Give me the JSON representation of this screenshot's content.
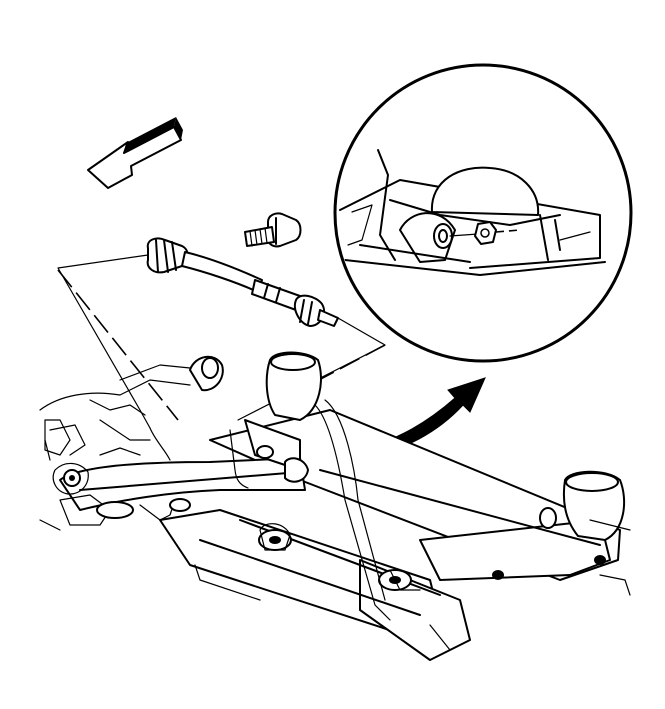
{
  "figure": {
    "kind": "line-illustration",
    "colors": {
      "ink": "#000000",
      "paper": "#ffffff"
    },
    "callouts": [
      "direction-arrow",
      "detail-arrow",
      "detail-inset"
    ]
  }
}
